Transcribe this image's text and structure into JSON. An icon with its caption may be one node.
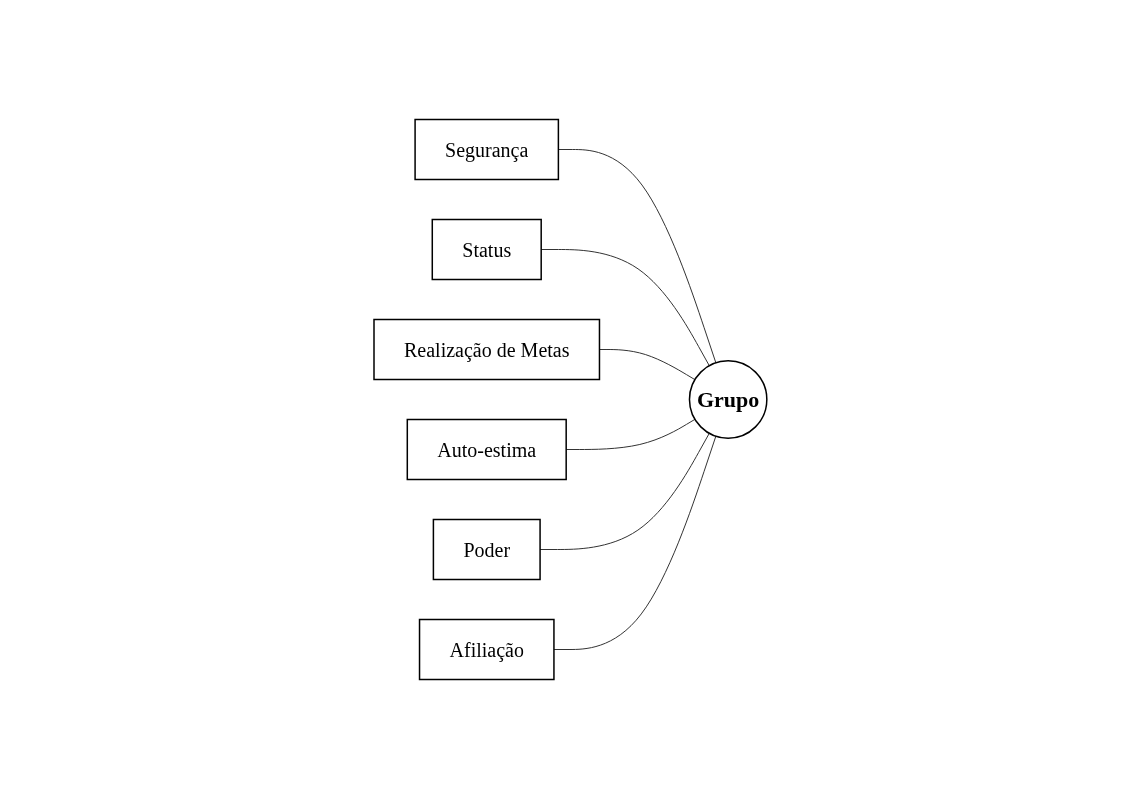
{
  "diagram": {
    "nodes": [
      {
        "text": [
          "Segurança"
        ]
      },
      {
        "text": [
          "Status"
        ]
      },
      {
        "text": [
          "Realização de Metas"
        ]
      },
      {
        "text": [
          "Grupo"
        ]
      },
      {
        "text": [
          "Auto-estima"
        ]
      },
      {
        "text": [
          "Poder"
        ]
      },
      {
        "text": [
          "Afiliação"
        ]
      }
    ],
    "edges": [
      {
        "from": 0,
        "to": 3,
        "arrow": "none"
      },
      {
        "from": 1,
        "to": 3,
        "arrow": "none"
      },
      {
        "from": 2,
        "to": 3,
        "arrow": "none"
      },
      {
        "from": 4,
        "to": 3,
        "arrow": "none"
      },
      {
        "from": 5,
        "to": 3,
        "arrow": "none"
      },
      {
        "from": 6,
        "to": 3,
        "arrow": "none"
      }
    ]
  }
}
